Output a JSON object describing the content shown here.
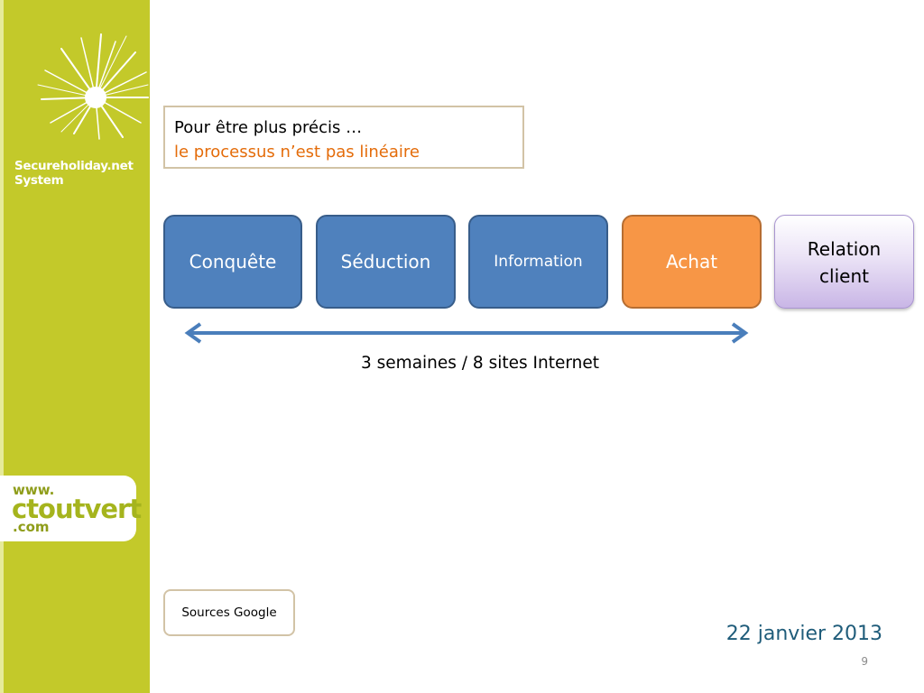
{
  "sidebar": {
    "brand_line1": "Secureholiday.net",
    "brand_line2": "System",
    "logo_www": "www.",
    "logo_name": "ctoutvert",
    "logo_com": ".com",
    "color": "#c3c92a"
  },
  "callout": {
    "line1": "Pour être plus précis …",
    "line2": "le processus n’est pas linéaire"
  },
  "steps": [
    {
      "label": "Conquête",
      "color": "#4f81bd"
    },
    {
      "label": "Séduction",
      "color": "#4f81bd"
    },
    {
      "label": "Information",
      "color": "#4f81bd"
    },
    {
      "label": "Achat",
      "color": "#f79646"
    },
    {
      "label_line1": "Relation",
      "label_line2": "client",
      "color": "#e2d8f1"
    }
  ],
  "caption": "3 semaines / 8 sites Internet",
  "sources_label": "Sources Google",
  "footer": {
    "date": "22 janvier 2013",
    "page_number": "9"
  }
}
